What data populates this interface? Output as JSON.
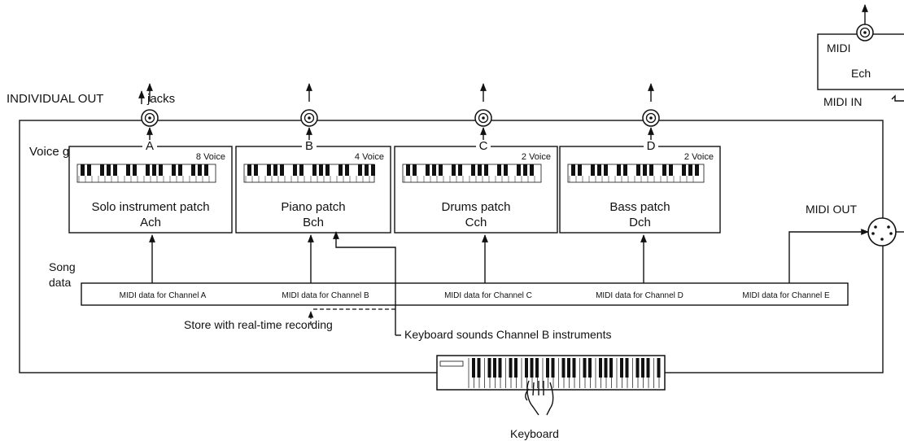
{
  "labels": {
    "individual_out": "INDIVIDUAL OUT",
    "jacks": "jacks",
    "voice_groups": "Voice groups",
    "song_data_1": "Song",
    "song_data_2": "data",
    "midi_out": "MIDI OUT",
    "midi": "MIDI",
    "ech": "Ech",
    "midi_in": "MIDI IN",
    "store": "Store with real-time recording",
    "keyboard_sounds": "Keyboard sounds Channel B instruments",
    "keyboard": "Keyboard"
  },
  "groups": [
    {
      "letter": "A",
      "voices": "8 Voice",
      "patch": "Solo instrument patch",
      "ch": "Ach"
    },
    {
      "letter": "B",
      "voices": "4 Voice",
      "patch": "Piano patch",
      "ch": "Bch"
    },
    {
      "letter": "C",
      "voices": "2 Voice",
      "patch": "Drums patch",
      "ch": "Cch"
    },
    {
      "letter": "D",
      "voices": "2 Voice",
      "patch": "Bass patch",
      "ch": "Dch"
    }
  ],
  "song_channels": [
    "MIDI data for Channel A",
    "MIDI data for Channel B",
    "MIDI data for Channel C",
    "MIDI data for Channel D",
    "MIDI data for Channel E"
  ]
}
